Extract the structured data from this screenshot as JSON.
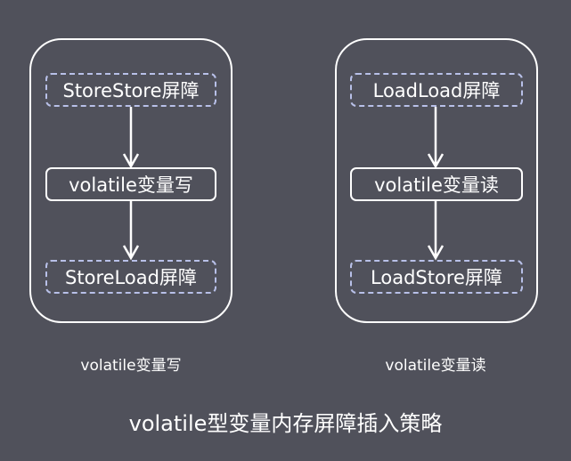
{
  "left": {
    "top_barrier": "StoreStore屏障",
    "operation": "volatile变量写",
    "bottom_barrier": "StoreLoad屏障",
    "caption": "volatile变量写"
  },
  "right": {
    "top_barrier": "LoadLoad屏障",
    "operation": "volatile变量读",
    "bottom_barrier": "LoadStore屏障",
    "caption": "volatile变量读"
  },
  "title": "volatile型变量内存屏障插入策略"
}
